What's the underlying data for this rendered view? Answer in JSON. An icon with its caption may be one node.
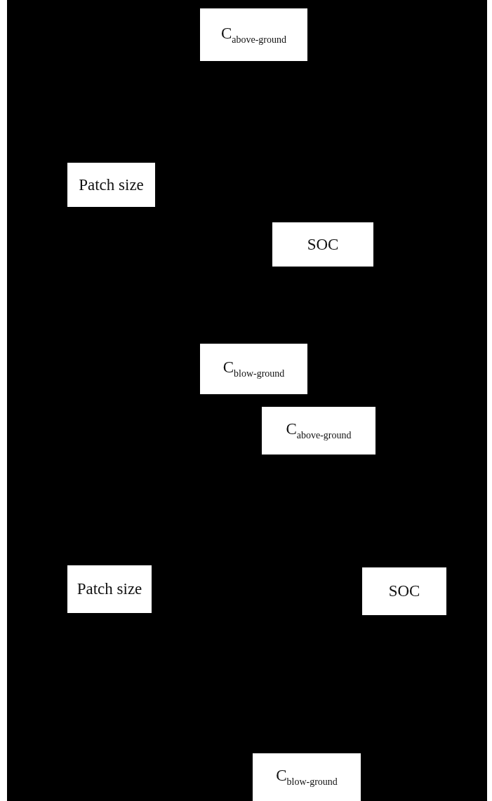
{
  "diagram": {
    "nodes": [
      {
        "text": [
          "C$_{above-ground}$"
        ]
      },
      {
        "text": [
          "Patch size"
        ]
      },
      {
        "text": [
          "SOC"
        ]
      },
      {
        "text": [
          "C$_{blow-ground}$"
        ]
      },
      {
        "text": [
          "C$_{above-ground}$"
        ]
      },
      {
        "text": [
          "Patch size"
        ]
      },
      {
        "text": [
          "SOC"
        ]
      },
      {
        "text": [
          "C$_{blow-ground}$"
        ]
      }
    ]
  }
}
